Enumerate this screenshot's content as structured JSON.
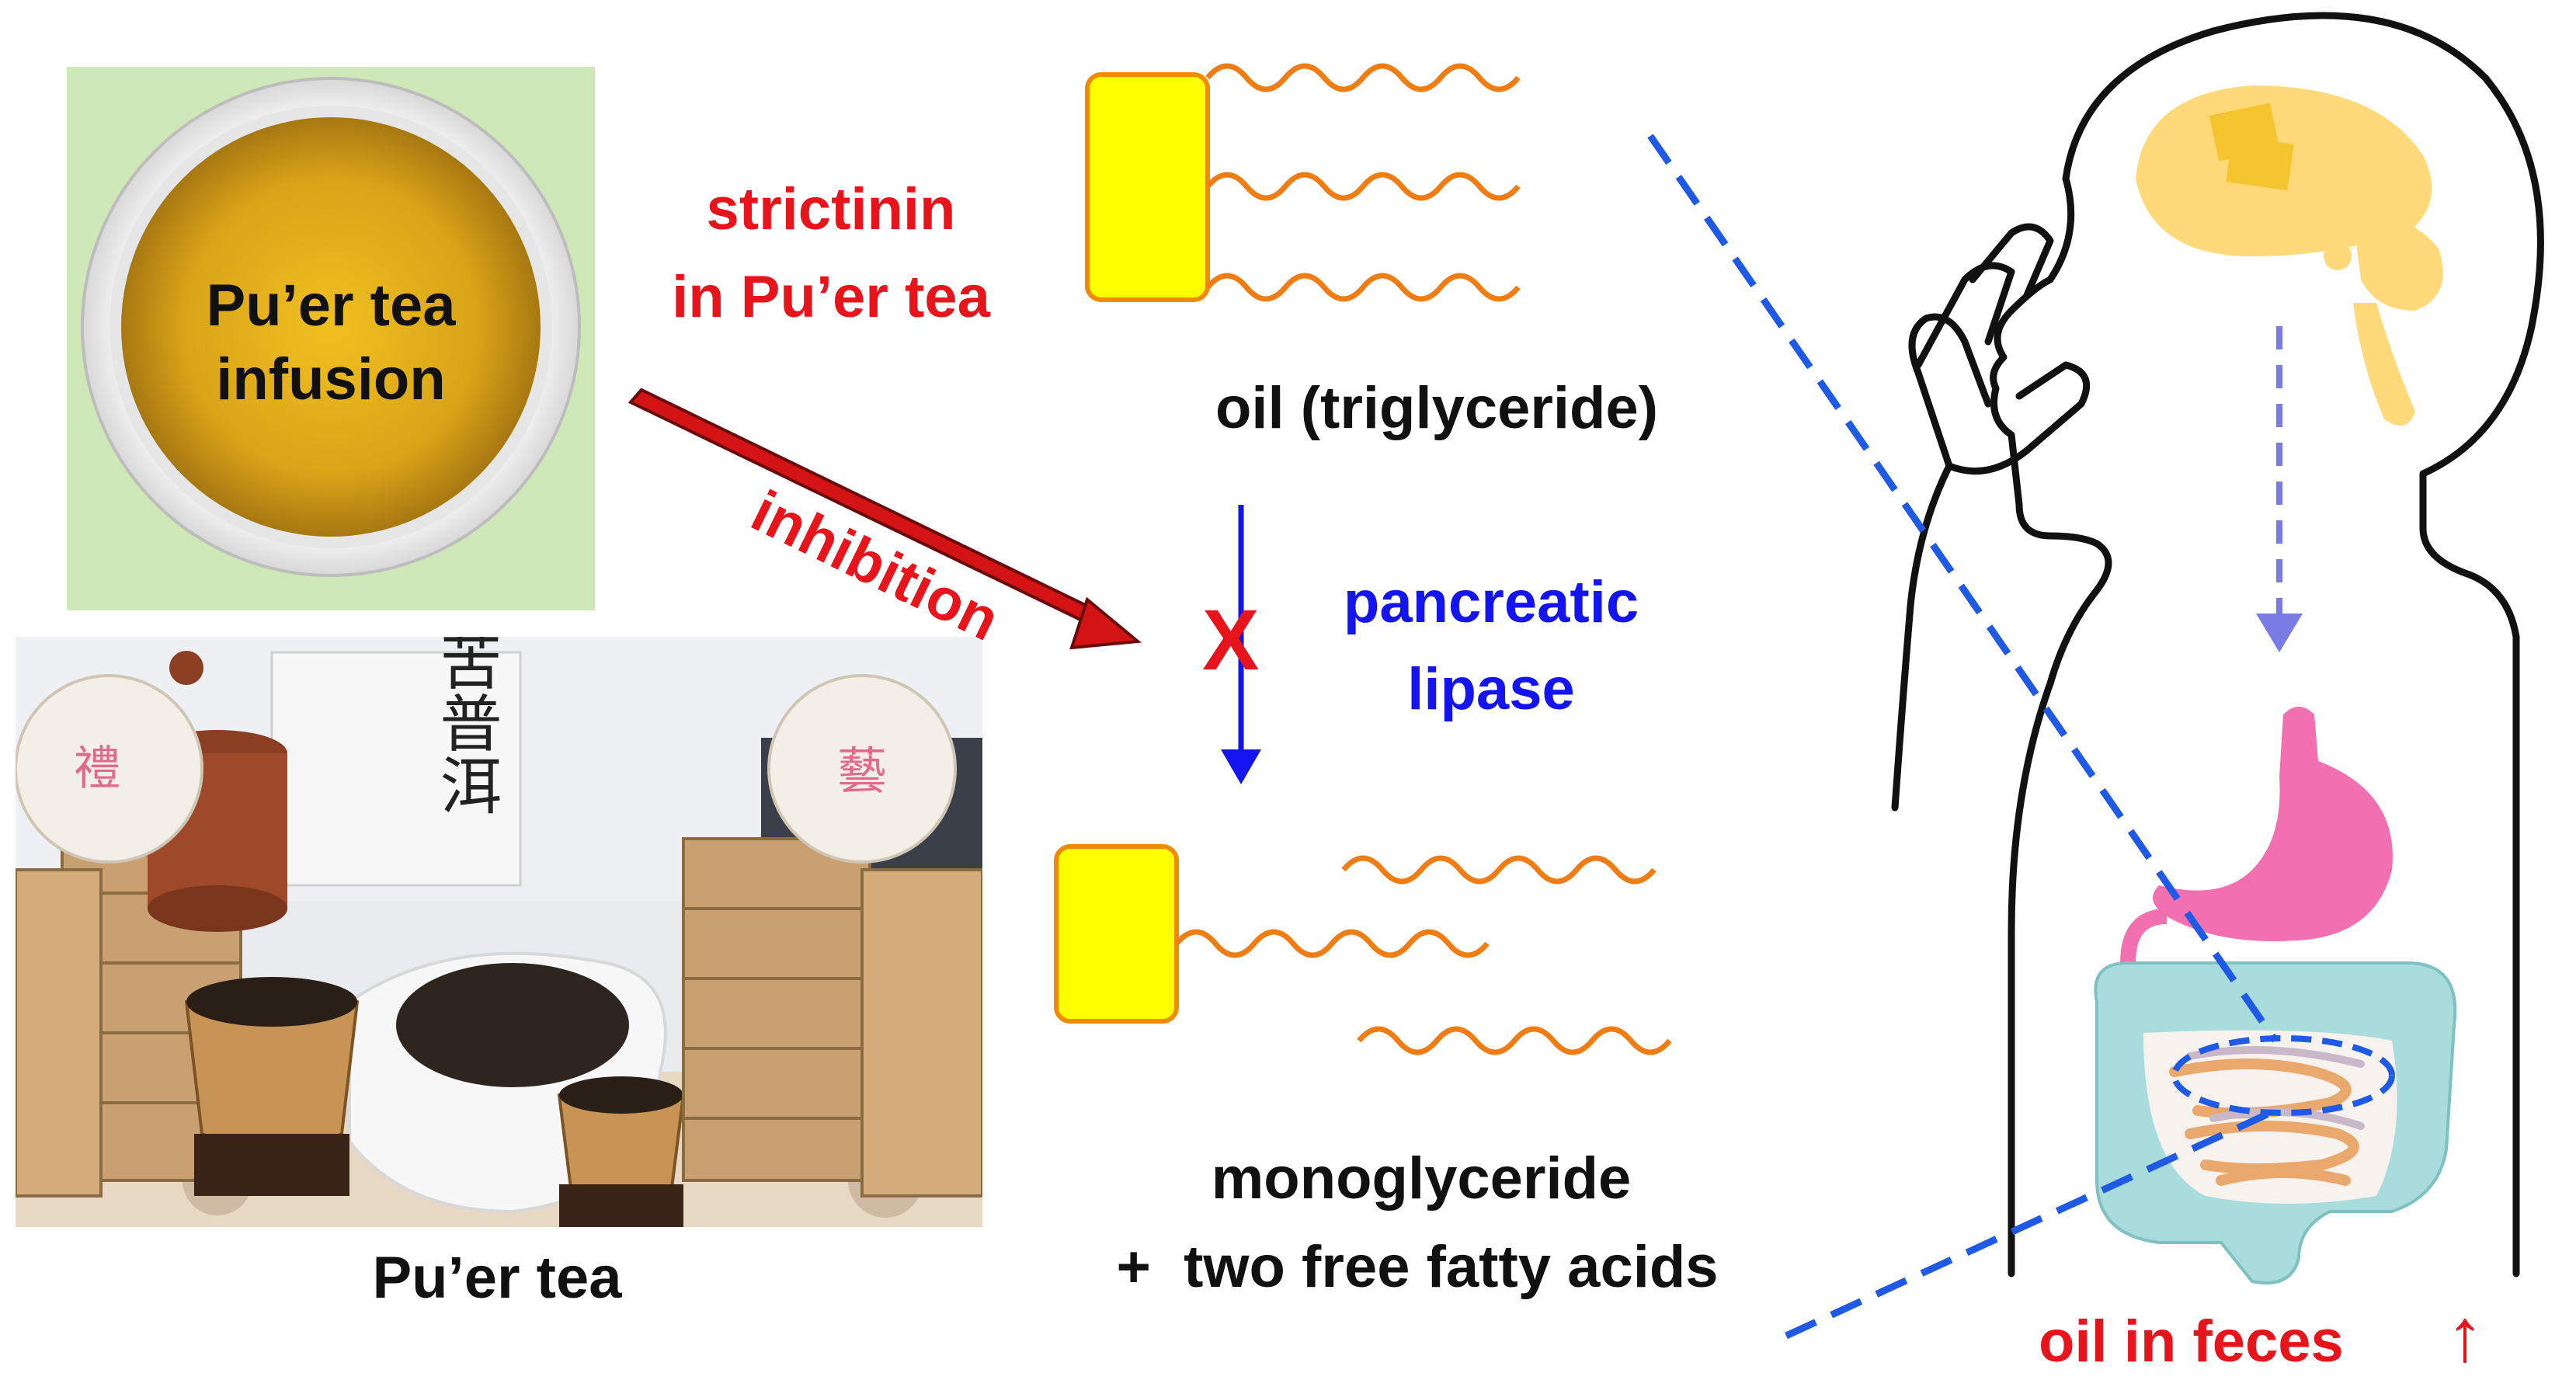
{
  "tea_infusion": {
    "line1": "Pu’er tea",
    "line2": "infusion"
  },
  "inhibitor": {
    "line1": "strictinin",
    "line2": "in Pu’er tea",
    "action": "inhibition"
  },
  "substrate_label": "oil (triglyceride)",
  "enzyme": {
    "line1": "pancreatic",
    "line2": "lipase",
    "block_mark": "X"
  },
  "products": {
    "line1": "monoglyceride",
    "line2": "+  two free fatty acids"
  },
  "photo": {
    "caption": "Pu’er tea",
    "sign_text": "苦普洱",
    "seal_text": "禮藝"
  },
  "outcome": {
    "label": "oil in feces",
    "arrow": "↑"
  },
  "colors": {
    "red": "#e8141b",
    "blue": "#1414f0",
    "glycerol": "#ffff00",
    "glycerol_border": "#f08a00",
    "chain": "#f07d13",
    "dash": "#1e5ae6",
    "brain": "#ffd97a",
    "stomach": "#f26fb0",
    "intestine": "#a9dcdc"
  }
}
